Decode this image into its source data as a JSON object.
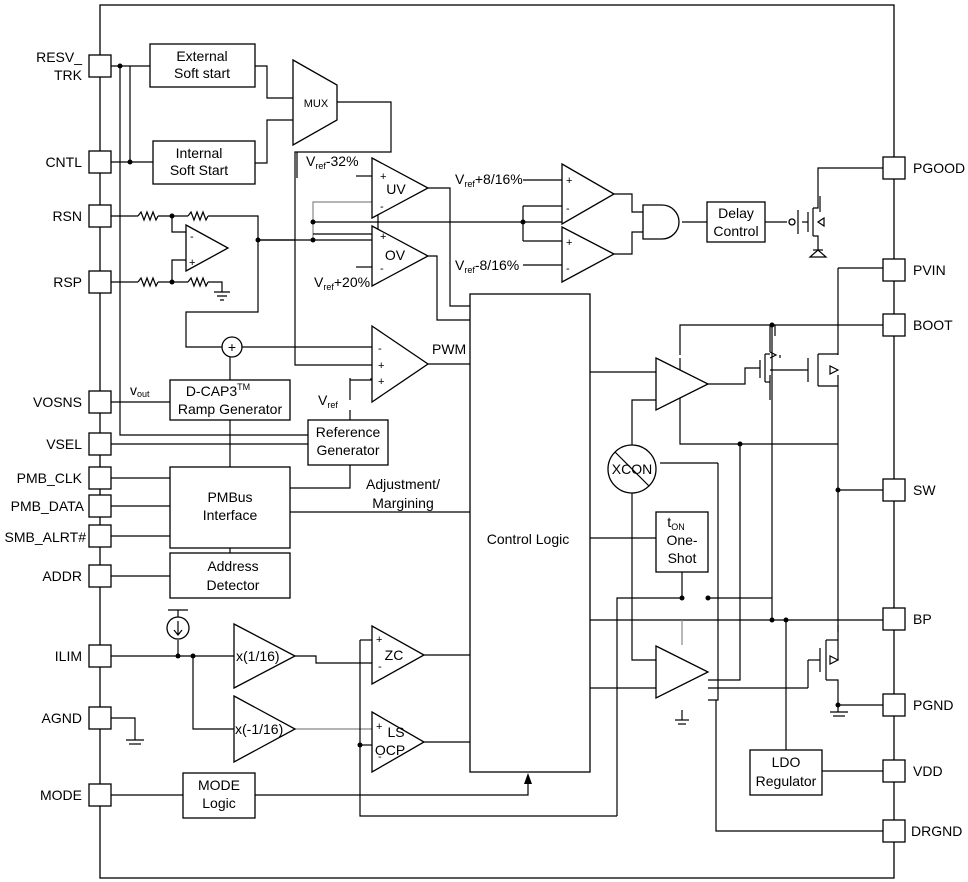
{
  "pins_left": {
    "resv_trk": [
      "RESV_",
      "TRK"
    ],
    "cntl": "CNTL",
    "rsn": "RSN",
    "rsp": "RSP",
    "vosns": "VOSNS",
    "vsel": "VSEL",
    "pmb_clk": "PMB_CLK",
    "pmb_data": "PMB_DATA",
    "smb_alrt": "SMB_ALRT#",
    "addr": "ADDR",
    "ilim": "ILIM",
    "agnd": "AGND",
    "mode": "MODE"
  },
  "pins_right": {
    "pgood": "PGOOD",
    "pvin": "PVIN",
    "boot": "BOOT",
    "sw": "SW",
    "bp": "BP",
    "pgnd": "PGND",
    "vdd": "VDD",
    "drgnd": "DRGND"
  },
  "blocks": {
    "ext_ss": [
      "External",
      "Soft start"
    ],
    "int_ss": [
      "Internal",
      "Soft Start"
    ],
    "mux": "MUX",
    "dcap_main": "D-CAP3",
    "dcap_sup": "TM",
    "ramp_gen": "Ramp Generator",
    "ref_gen": [
      "Reference",
      "Generator"
    ],
    "pmbus": [
      "PMBus",
      "Interface"
    ],
    "addr_det": [
      "Address",
      "Detector"
    ],
    "mode_logic": [
      "MODE",
      "Logic"
    ],
    "control_logic": "Control Logic",
    "delay_control": [
      "Delay",
      "Control"
    ],
    "ldo": [
      "LDO",
      "Regulator"
    ],
    "xcon": "XCON",
    "ton_t": "t",
    "ton_sub": "ON",
    "one_shot": [
      "One-",
      "Shot"
    ]
  },
  "comparators": {
    "uv": "UV",
    "ov": "OV",
    "zc": "ZC",
    "ls_ocp": [
      "LS",
      "OCP"
    ],
    "gain_pos": "x(1/16)",
    "gain_neg": "x(-1/16)"
  },
  "labels": {
    "vref_m32_v": "V",
    "vref_m32_sub": "ref",
    "vref_m32_rest": "-32%",
    "vref_p20_v": "V",
    "vref_p20_sub": "ref",
    "vref_p20_rest": "+20%",
    "vref_p8_v": "V",
    "vref_p8_sub": "ref",
    "vref_p8_rest": "+8/16%",
    "vref_m8_v": "V",
    "vref_m8_sub": "ref",
    "vref_m8_rest": "-8/16%",
    "vref_v": "V",
    "vref_sub": "ref",
    "vout_v": "v",
    "vout_sub": "out",
    "pwm": "PWM",
    "adjustment": [
      "Adjustment/",
      "Margining"
    ],
    "plus": "+",
    "minus": "-"
  }
}
